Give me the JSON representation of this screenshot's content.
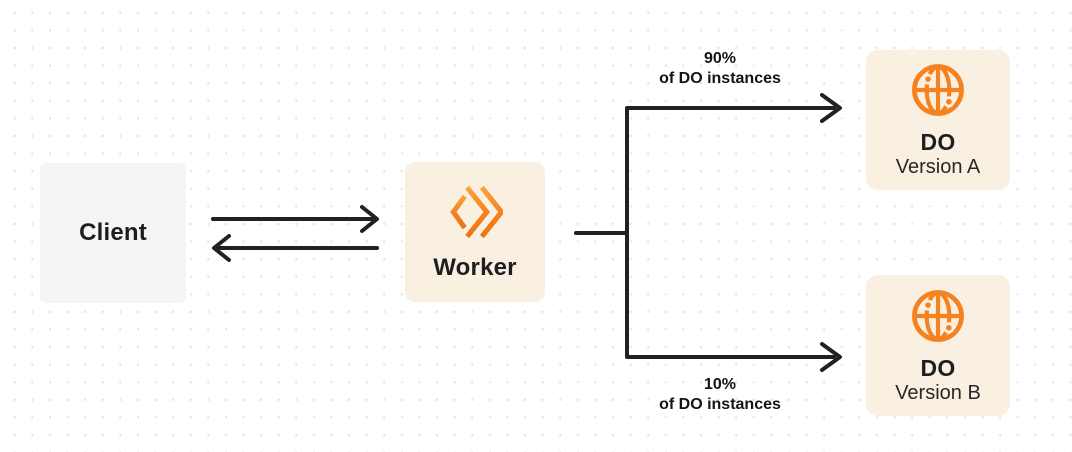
{
  "diagram": {
    "nodes": {
      "client": {
        "label": "Client"
      },
      "worker": {
        "label": "Worker",
        "icon": "workers-chevrons-icon"
      },
      "do_version_a": {
        "title": "DO",
        "subtitle": "Version A",
        "icon": "durable-object-globe-icon"
      },
      "do_version_b": {
        "title": "DO",
        "subtitle": "Version B",
        "icon": "durable-object-globe-icon"
      }
    },
    "branch_labels": {
      "top": {
        "line1": "90%",
        "line2": "of DO instances"
      },
      "bottom": {
        "line1": "10%",
        "line2": "of DO instances"
      }
    },
    "colors": {
      "accent_orange": "#f6821f",
      "orange_gradient_light": "#f9a63c",
      "orange_gradient_dark": "#ed7511",
      "node_cream_bg": "#faf0e2",
      "node_gray_bg": "#f5f5f6",
      "line_ink": "#1f2123",
      "text_ink": "#1d1e20",
      "grid_dot": "#e4e4e8",
      "background": "#ffffff"
    }
  }
}
